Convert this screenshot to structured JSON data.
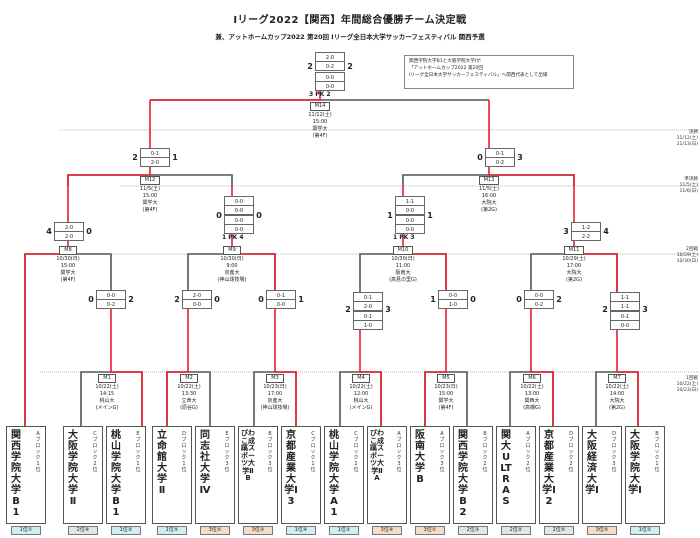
{
  "header": {
    "title": "Iリーグ2022【関西】年間総合優勝チーム決定戦",
    "subtitle": "兼、アットホームカップ2022 第20回 Iリーグ全日本大学サッカーフェスティバル 関西予選"
  },
  "note": {
    "line1": "関西学院大学B1と大阪学院大学Ⅰが",
    "line2": "「アットホームカップ2022 第20回",
    "line3": "Iリーグ全日本大学サッカーフェスティバル」へ関西代表として出場"
  },
  "rounds": [
    {
      "label": "決勝",
      "dates": [
        "11/12(土)",
        "11/13(日)"
      ]
    },
    {
      "label": "準決勝",
      "dates": [
        "11/5(土)",
        "11/6(日)"
      ]
    },
    {
      "label": "2回戦",
      "dates": [
        "10/29(土)",
        "10/30(日)"
      ]
    },
    {
      "label": "1回戦",
      "dates": [
        "10/22(土)",
        "10/23(日)"
      ]
    }
  ],
  "matches": {
    "M14": {
      "no": "M14",
      "date": "11/12(土)",
      "time": "15:00",
      "venue": "関学大",
      "field": "(第4F)"
    },
    "M12": {
      "no": "M12",
      "date": "11/5(土)",
      "time": "15:00",
      "venue": "関学大",
      "field": "(第4F)"
    },
    "M13": {
      "no": "M13",
      "date": "11/5(土)",
      "time": "16:00",
      "venue": "大院大",
      "field": "(第2G)"
    },
    "M8": {
      "no": "M8",
      "date": "10/30(日)",
      "time": "15:00",
      "venue": "関学大",
      "field": "(第4F)"
    },
    "M9": {
      "no": "M9",
      "date": "10/30(日)",
      "time": "9:00",
      "venue": "京産大",
      "field": "(神山球技場)"
    },
    "M10": {
      "no": "M10",
      "date": "10/30(日)",
      "time": "11:00",
      "venue": "阪南大",
      "field": "(高見の里G)"
    },
    "M11": {
      "no": "M11",
      "date": "10/29(土)",
      "time": "17:00",
      "venue": "大院大",
      "field": "(第2G)"
    },
    "M1": {
      "no": "M1",
      "date": "10/22(土)",
      "time": "14:15",
      "venue": "桃山大",
      "field": "(メインG)"
    },
    "M2": {
      "no": "M2",
      "date": "10/22(土)",
      "time": "13:30",
      "venue": "立命大",
      "field": "(原谷G)"
    },
    "M3": {
      "no": "M3",
      "date": "10/23(日)",
      "time": "17:00",
      "venue": "京産大",
      "field": "(神山球技場)"
    },
    "M4": {
      "no": "M4",
      "date": "10/22(土)",
      "time": "12:00",
      "venue": "桃山大",
      "field": "(メインG)"
    },
    "M5": {
      "no": "M5",
      "date": "10/23(日)",
      "time": "15:00",
      "venue": "関学大",
      "field": "(第4F)"
    },
    "M6": {
      "no": "M6",
      "date": "10/22(土)",
      "time": "13:00",
      "venue": "関西大",
      "field": "(高槻G)"
    },
    "M7": {
      "no": "M7",
      "date": "10/22(土)",
      "time": "14:00",
      "venue": "大院大",
      "field": "(第2G)"
    }
  },
  "scores": {
    "final": {
      "left": "2",
      "right": "2",
      "halves": [
        "2-0",
        "0-2"
      ],
      "extra": [
        "0-0",
        "0-0"
      ],
      "pk": "PK",
      "pk_left": "3",
      "pk_right": "2"
    },
    "m12": {
      "left": "2",
      "right": "1",
      "halves": [
        "0-1",
        "2-0"
      ]
    },
    "m13": {
      "left": "0",
      "right": "3",
      "halves": [
        "0-1",
        "0-2"
      ]
    },
    "m8": {
      "left": "4",
      "right": "0",
      "halves": [
        "2-0",
        "2-0"
      ]
    },
    "m9": {
      "left": "0",
      "right": "0",
      "halves": [
        "0-0",
        "0-0"
      ],
      "extra": [
        "0-0",
        "0-0"
      ],
      "pk": "PK",
      "pk_left": "1",
      "pk_right": "4"
    },
    "m10": {
      "left": "1",
      "right": "1",
      "halves": [
        "1-1",
        "0-0"
      ],
      "extra": [
        "0-0",
        "0-0"
      ],
      "pk": "PK",
      "pk_left": "1",
      "pk_right": "3"
    },
    "m11": {
      "left": "3",
      "right": "4",
      "halves": [
        "1-2",
        "2-2"
      ]
    },
    "m1": {
      "left": "0",
      "right": "2",
      "halves": [
        "0-0",
        "0-2"
      ]
    },
    "m2": {
      "left": "2",
      "right": "0",
      "halves": [
        "2-0",
        "0-0"
      ]
    },
    "m3": {
      "left": "0",
      "right": "1",
      "halves": [
        "0-1",
        "0-0"
      ]
    },
    "m4": {
      "left": "2",
      "right": "3",
      "halves": [
        "0-1",
        "2-0"
      ],
      "extra": [
        "0-1",
        "1-0"
      ]
    },
    "m5": {
      "left": "1",
      "right": "0",
      "halves": [
        "0-0",
        "1-0"
      ]
    },
    "m6": {
      "left": "0",
      "right": "2",
      "halves": [
        "0-0",
        "0-2"
      ]
    },
    "m7": {
      "left": "2",
      "right": "3",
      "halves": [
        "1-1",
        "1-1"
      ],
      "extra": [
        "0-1",
        "0-0"
      ]
    }
  },
  "teams": [
    {
      "name": "関西学院大学B1",
      "block": "Aブロック1位",
      "seed": "1位①",
      "seed_color": "c1"
    },
    {
      "name": "大阪学院大学Ⅱ",
      "block": "Cブロック2位",
      "seed": "2位④",
      "seed_color": "c2"
    },
    {
      "name": "桃山学院大学B1",
      "block": "Eブロック1位",
      "seed": "1位③",
      "seed_color": "c1"
    },
    {
      "name": "立命館大学Ⅱ",
      "block": "Dブロック1位",
      "seed": "1位⑤",
      "seed_color": "c1"
    },
    {
      "name": "同志社大学Ⅳ",
      "block": "Eブロック3位",
      "seed": "3位②",
      "seed_color": "c3"
    },
    {
      "name": "びわこ成蹊スポーツ大学ⅡB",
      "block": "Bブロック3位",
      "seed": "3位③",
      "seed_color": "c3"
    },
    {
      "name": "京都産業大学Ⅰ3",
      "block": "Cブロック1位",
      "seed": "1位④",
      "seed_color": "c1"
    },
    {
      "name": "桃山学院大学A1",
      "block": "Cブロック2位",
      "seed": "1位③",
      "seed_color": "c1"
    },
    {
      "name": "びわこ成蹊スポーツ大学ⅡA",
      "block": "Aブロック3位",
      "seed": "3位④",
      "seed_color": "c3"
    },
    {
      "name": "阪南大学B",
      "block": "Aブロック3位",
      "seed": "3位①",
      "seed_color": "c3"
    },
    {
      "name": "関西学院大学B2",
      "block": "Bブロック2位",
      "seed": "2位③",
      "seed_color": "c2"
    },
    {
      "name": "関大ULTRAS",
      "block": "Aブロック2位",
      "seed": "2位②",
      "seed_color": "c2"
    },
    {
      "name": "京都産業大学Ⅰ2",
      "block": "Dブロック2位",
      "seed": "2位⑤",
      "seed_color": "c2"
    },
    {
      "name": "大阪経済大学Ⅰ",
      "block": "Dブロック3位",
      "seed": "3位⑤",
      "seed_color": "c3"
    },
    {
      "name": "大阪学院大学Ⅰ",
      "block": "Bブロック1位",
      "seed": "1位②",
      "seed_color": "c1"
    }
  ],
  "colors": {
    "winner": "#e8202a",
    "line": "#555555"
  }
}
